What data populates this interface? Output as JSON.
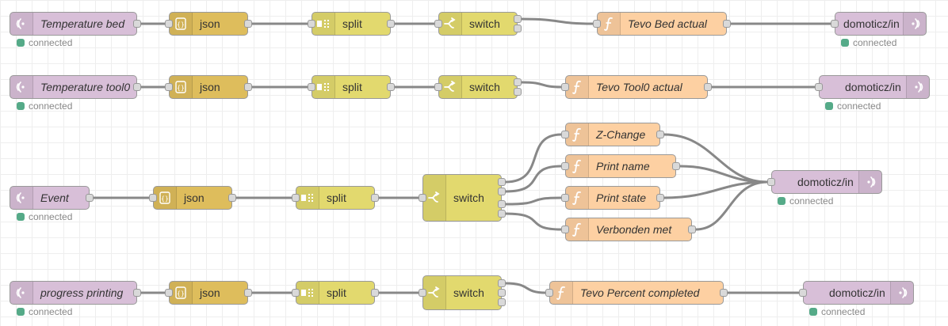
{
  "colors": {
    "mqtt": "#d8bfd8",
    "json": "#debd5c",
    "split": "#e2d96e",
    "switch": "#e2d96e",
    "function": "#fdd0a2",
    "wire": "#888888",
    "status_connected": "#55aa88"
  },
  "flows": [
    {
      "mqtt_in": {
        "label": "Temperature bed",
        "status": "connected",
        "icon": "mqtt-icon"
      },
      "json": {
        "label": "json",
        "icon": "json-icon"
      },
      "split": {
        "label": "split",
        "icon": "split-icon"
      },
      "switch": {
        "label": "switch",
        "icon": "switch-icon",
        "outputs": 2
      },
      "functions": [
        {
          "label": "Tevo Bed actual",
          "icon": "function-icon"
        }
      ],
      "mqtt_out": {
        "label": "domoticz/in",
        "status": "connected",
        "icon": "mqtt-icon"
      }
    },
    {
      "mqtt_in": {
        "label": "Temperature tool0",
        "status": "connected",
        "icon": "mqtt-icon"
      },
      "json": {
        "label": "json",
        "icon": "json-icon"
      },
      "split": {
        "label": "split",
        "icon": "split-icon"
      },
      "switch": {
        "label": "switch",
        "icon": "switch-icon",
        "outputs": 2
      },
      "functions": [
        {
          "label": "Tevo Tool0 actual",
          "icon": "function-icon"
        }
      ],
      "mqtt_out": {
        "label": "domoticz/in",
        "status": "connected",
        "icon": "mqtt-icon"
      }
    },
    {
      "mqtt_in": {
        "label": "Event",
        "status": "connected",
        "icon": "mqtt-icon"
      },
      "json": {
        "label": "json",
        "icon": "json-icon"
      },
      "split": {
        "label": "split",
        "icon": "split-icon"
      },
      "switch": {
        "label": "switch",
        "icon": "switch-icon",
        "outputs": 4
      },
      "functions": [
        {
          "label": "Z-Change",
          "icon": "function-icon"
        },
        {
          "label": "Print name",
          "icon": "function-icon"
        },
        {
          "label": "Print state",
          "icon": "function-icon"
        },
        {
          "label": "Verbonden met",
          "icon": "function-icon"
        }
      ],
      "mqtt_out": {
        "label": "domoticz/in",
        "status": "connected",
        "icon": "mqtt-icon"
      }
    },
    {
      "mqtt_in": {
        "label": "progress printing",
        "status": "connected",
        "icon": "mqtt-icon"
      },
      "json": {
        "label": "json",
        "icon": "json-icon"
      },
      "split": {
        "label": "split",
        "icon": "split-icon"
      },
      "switch": {
        "label": "switch",
        "icon": "switch-icon",
        "outputs": 3
      },
      "functions": [
        {
          "label": "Tevo Percent completed",
          "icon": "function-icon"
        }
      ],
      "mqtt_out": {
        "label": "domoticz/in",
        "status": "connected",
        "icon": "mqtt-icon"
      }
    }
  ]
}
